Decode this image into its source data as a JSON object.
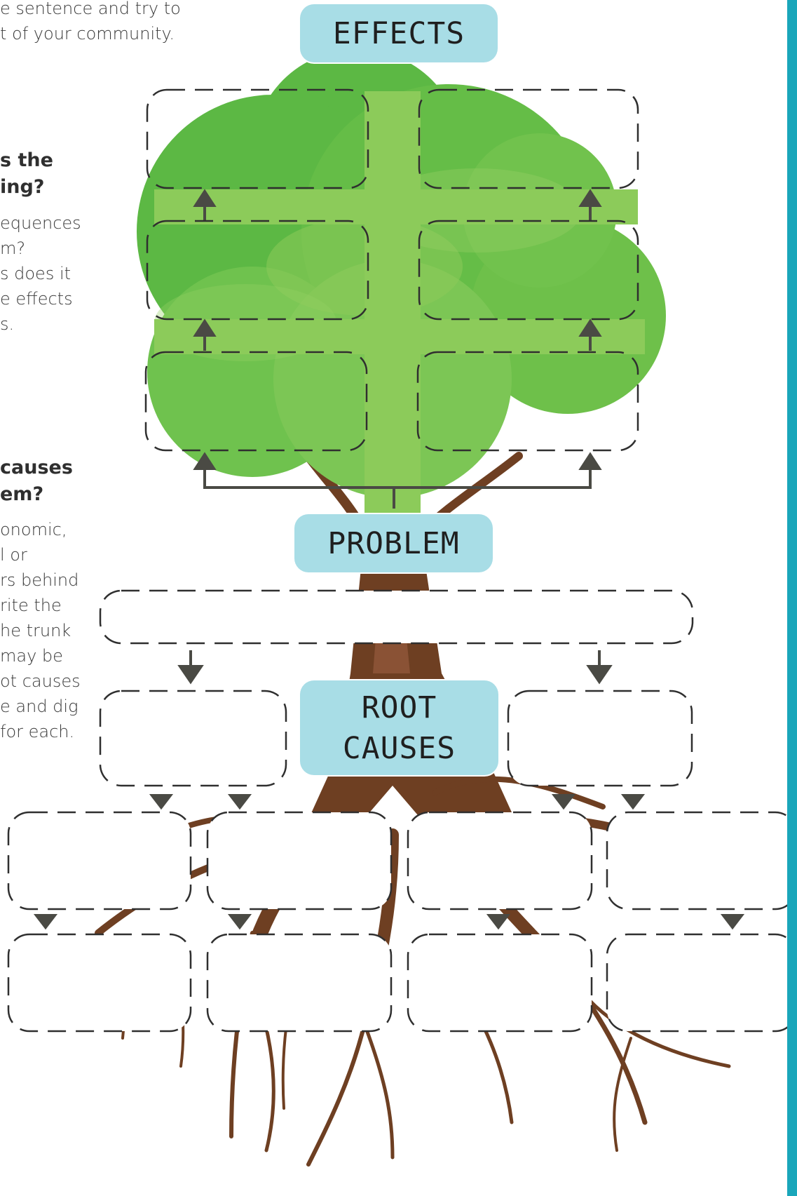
{
  "intro_text": [
    "e sentence and try to",
    "t of your community."
  ],
  "effects_question": [
    "s the",
    "ing?"
  ],
  "effects_hint": [
    "equences",
    "m?",
    "s does it",
    "e effects",
    "s."
  ],
  "causes_question": [
    "causes",
    "em?"
  ],
  "causes_hint": [
    "onomic,",
    "l or",
    "rs behind",
    "rite the",
    "he trunk",
    "may be",
    "ot causes",
    "e and dig",
    "for each."
  ],
  "labels": {
    "effects": "EFFECTS",
    "problem": "PROBLEM",
    "root_causes_line1": "ROOT",
    "root_causes_line2": "CAUSES"
  },
  "colors": {
    "canopy_dark": "#5cb844",
    "canopy_light": "#8ccb5a",
    "trunk": "#6e3f22",
    "label_fill": "#a8dde6",
    "accent_rail": "#1aa6ba",
    "arrow": "#4a4a44"
  }
}
